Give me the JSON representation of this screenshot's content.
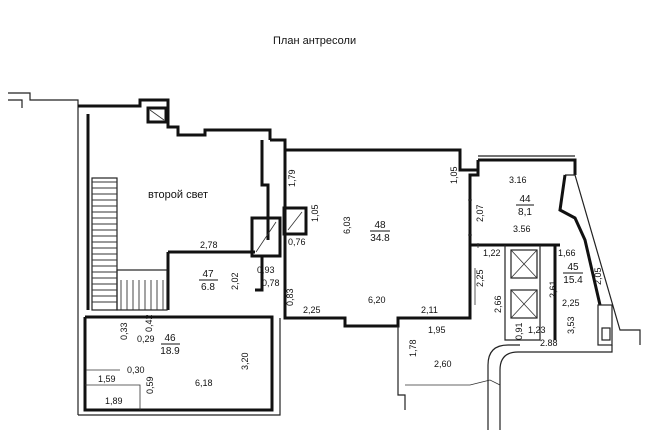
{
  "plan": {
    "title": "План антресоли",
    "second_light": "второй свет",
    "rooms": [
      {
        "id": "46",
        "number": "46",
        "area": "18.9"
      },
      {
        "id": "47",
        "number": "47",
        "area": "6.8"
      },
      {
        "id": "48",
        "number": "48",
        "area": "34.8"
      },
      {
        "id": "44",
        "number": "44",
        "area": "8,1"
      },
      {
        "id": "45",
        "number": "45",
        "area": "15.4"
      }
    ],
    "dimensions": [
      "1,79",
      "1,05",
      "0,76",
      "2,78",
      "0,93",
      "0,78",
      "2,02",
      "0,83",
      "6,03",
      "6,20",
      "2,25",
      "2,11",
      "1,05",
      "3.16",
      "2,07",
      "3.56",
      "1,22",
      "1,66",
      "2,25",
      "2,61",
      "2,05",
      "2,66",
      "0,91",
      "1,23",
      "2,25",
      "1,95",
      "2.88",
      "3,53",
      "1,78",
      "2,60",
      "0,33",
      "0,42",
      "0,29",
      "3,20",
      "1,59",
      "0,30",
      "0,59",
      "6,18",
      "1,89"
    ]
  },
  "colors": {
    "ink": "#111111",
    "background": "#ffffff"
  }
}
